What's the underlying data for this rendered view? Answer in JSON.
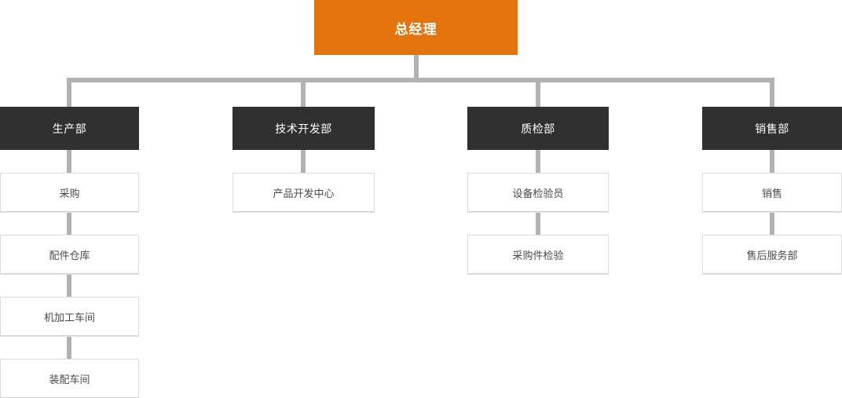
{
  "chart": {
    "title_text": "",
    "accent_color": "#e2730d",
    "dept_color": "#303030",
    "child_bg_color": "#ffffff",
    "child_border_color": "#dcdcdc",
    "connector_color": "#b2b2b2"
  },
  "root": {
    "label": "总经理"
  },
  "departments": [
    {
      "label": "生产部",
      "children": [
        {
          "label": "采购"
        },
        {
          "label": "配件仓库"
        },
        {
          "label": "机加工车间"
        },
        {
          "label": "装配车间"
        }
      ]
    },
    {
      "label": "技术开发部",
      "children": [
        {
          "label": "产品开发中心"
        }
      ]
    },
    {
      "label": "质检部",
      "children": [
        {
          "label": "设备检验员"
        },
        {
          "label": "采购件检验"
        }
      ]
    },
    {
      "label": "销售部",
      "children": [
        {
          "label": "销售"
        },
        {
          "label": "售后服务部"
        }
      ]
    }
  ]
}
